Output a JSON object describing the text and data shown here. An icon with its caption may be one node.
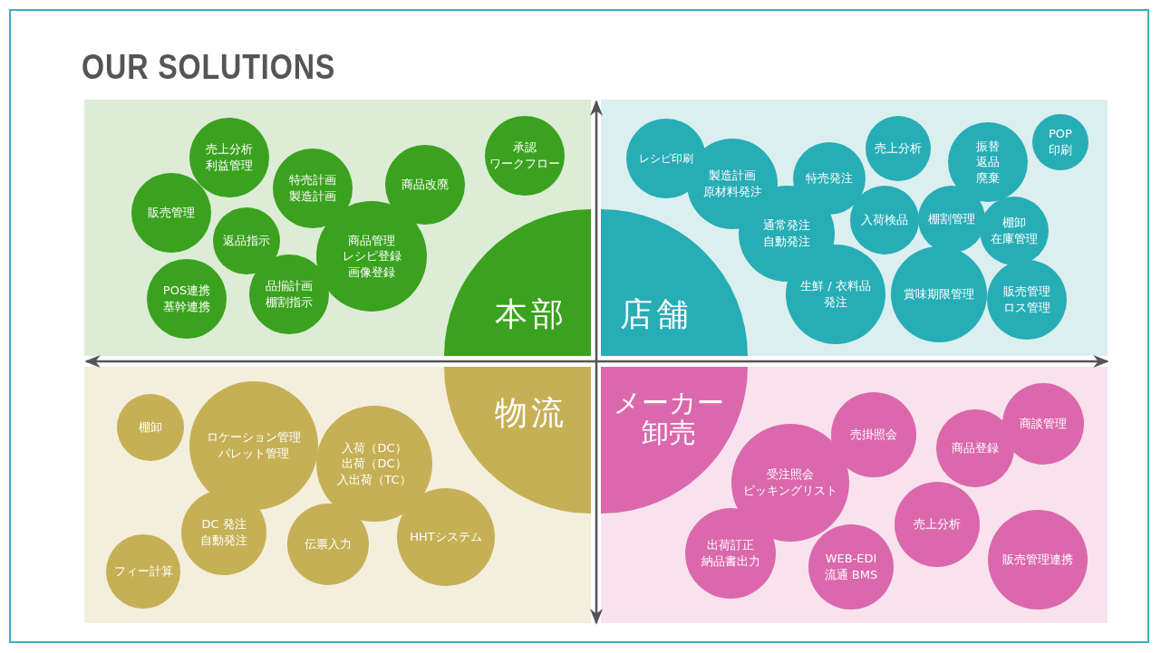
{
  "diagram": {
    "title": "OUR SOLUTIONS",
    "nodes": [
      {
        "text": [
          "本部"
        ]
      },
      {
        "text": [
          "売上分析利益管理"
        ]
      },
      {
        "text": [
          "販売管理"
        ]
      },
      {
        "text": [
          "特売計画製造計画"
        ]
      },
      {
        "text": [
          "商品改廃"
        ]
      },
      {
        "text": [
          "承認ワークフロー"
        ]
      },
      {
        "text": [
          "返品指示"
        ]
      },
      {
        "text": [
          "商品管理レシピ登録画像登録"
        ]
      },
      {
        "text": [
          "POS連携基幹連携"
        ]
      },
      {
        "text": [
          "品揃計画棚割指示"
        ]
      },
      {
        "text": [
          "店舗"
        ]
      },
      {
        "text": [
          "レシピ印刷"
        ]
      },
      {
        "text": [
          "製造計画原材料発注"
        ]
      },
      {
        "text": [
          "特売発注"
        ]
      },
      {
        "text": [
          "売上分析"
        ]
      },
      {
        "text": [
          "振替返品廃棄"
        ]
      },
      {
        "text": [
          "POP印刷"
        ]
      },
      {
        "text": [
          "通常発注自動発注"
        ]
      },
      {
        "text": [
          "入荷検品"
        ]
      },
      {
        "text": [
          "棚割管理"
        ]
      },
      {
        "text": [
          "棚卸在庫管理"
        ]
      },
      {
        "text": [
          "生鮮 / 衣料品発注"
        ]
      },
      {
        "text": [
          "賞味期限管理"
        ]
      },
      {
        "text": [
          "販売管理ロス管理"
        ]
      },
      {
        "text": [
          "物流"
        ]
      },
      {
        "text": [
          "棚卸"
        ]
      },
      {
        "text": [
          "ロケーション管理パレット管理"
        ]
      },
      {
        "text": [
          "入荷（DC）出荷（DC）入出荷（TC）"
        ]
      },
      {
        "text": [
          "DC 発注自動発注"
        ]
      },
      {
        "text": [
          "伝票入力"
        ]
      },
      {
        "text": [
          "HHTシステム"
        ]
      },
      {
        "text": [
          "フィー計算"
        ]
      },
      {
        "text": [
          "メーカー卸売"
        ]
      },
      {
        "text": [
          "売掛照会"
        ]
      },
      {
        "text": [
          "受注照会ピッキングリスト"
        ]
      },
      {
        "text": [
          "商品登録"
        ]
      },
      {
        "text": [
          "商談管理"
        ]
      },
      {
        "text": [
          "出荷訂正納品書出力"
        ]
      },
      {
        "text": [
          "WEB-EDI流通 BMS"
        ]
      },
      {
        "text": [
          "売上分析"
        ]
      },
      {
        "text": [
          "販売管理連携"
        ]
      }
    ]
  }
}
